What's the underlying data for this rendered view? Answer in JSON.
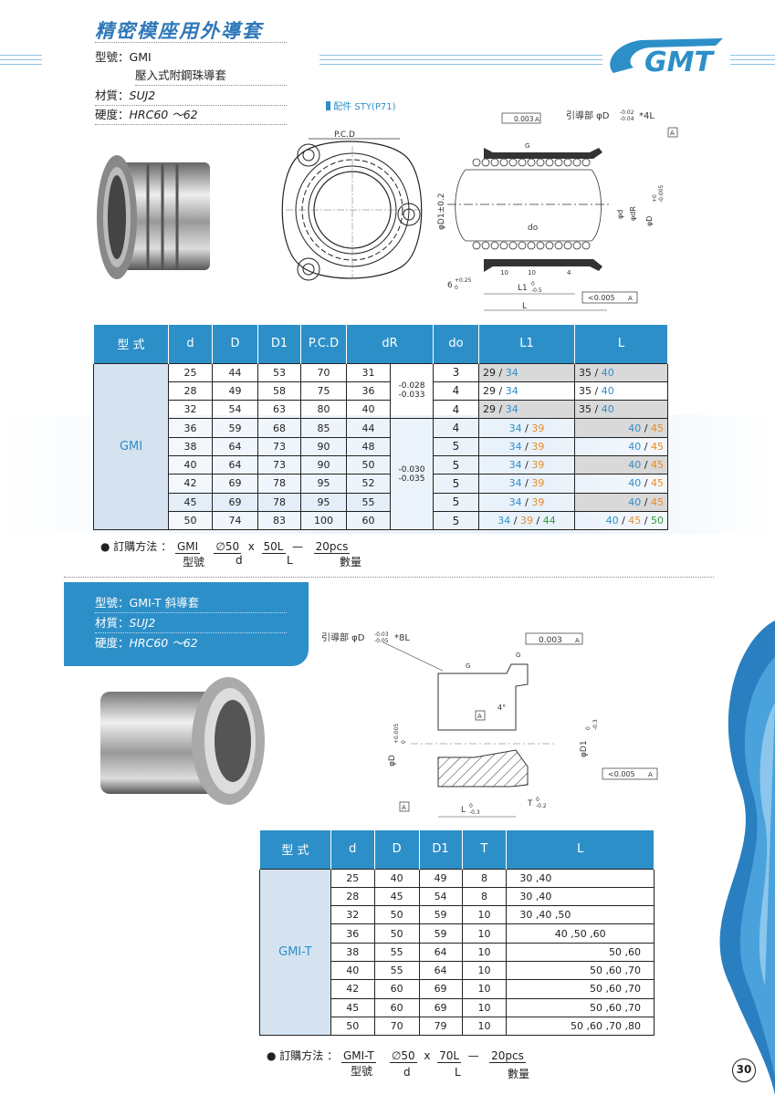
{
  "section1": {
    "title": "精密模座用外導套",
    "model_label": "型號：",
    "model_value": "GMI",
    "model_desc": "壓入式附鋼珠導套",
    "material_label": "材質：",
    "material_value": "SUJ2",
    "hardness_label": "硬度：",
    "hardness_value": "HRC60 ～62"
  },
  "logo": {
    "text": "GMT",
    "color": "#2d8fc8"
  },
  "drawing1": {
    "accessory": "配件 STY(P71)",
    "pcd": "P.C.D",
    "lead_in": "引導部 φD",
    "lead_in_tol_upper": "-0.02",
    "lead_in_tol_lower": "-0.04",
    "lead_in_len": "*4L",
    "flatness": "0.003",
    "datum": "A",
    "d1": "φD1±0.2",
    "d": "φd",
    "dr": "φdR",
    "dd": "φD",
    "dd_tol_upper": "+0",
    "dd_tol_lower": "-0.005",
    "do": "do",
    "g": "G",
    "dim10a": "10",
    "dim10b": "10",
    "dim4": "4",
    "six": "6",
    "six_tol_upper": "+0.25",
    "six_tol_lower": "0",
    "l1": "L1",
    "l1_tol_upper": "0",
    "l1_tol_lower": "-0.5",
    "l": "L",
    "concentric": "<0.005"
  },
  "table1": {
    "headers": [
      "型 式",
      "d",
      "D",
      "D1",
      "P.C.D",
      "dR",
      "do",
      "L1",
      "L"
    ],
    "model": "GMI",
    "tol_a": [
      "-0.028",
      "-0.033"
    ],
    "tol_b": [
      "-0.030",
      "-0.035"
    ],
    "rows": [
      {
        "d": "25",
        "D": "44",
        "D1": "53",
        "pcd": "70",
        "dr": "31",
        "do": "3",
        "l1": [
          "29 / ",
          "34",
          ""
        ],
        "l": [
          "35 / ",
          "40",
          ""
        ]
      },
      {
        "d": "28",
        "D": "49",
        "D1": "58",
        "pcd": "75",
        "dr": "36",
        "do": "4",
        "l1": [
          "29 / ",
          "34",
          ""
        ],
        "l": [
          "35 / ",
          "40",
          ""
        ]
      },
      {
        "d": "32",
        "D": "54",
        "D1": "63",
        "pcd": "80",
        "dr": "40",
        "do": "4",
        "l1": [
          "29 / ",
          "34",
          ""
        ],
        "l": [
          "35 / ",
          "40",
          ""
        ]
      },
      {
        "d": "36",
        "D": "59",
        "D1": "68",
        "pcd": "85",
        "dr": "44",
        "do": "4",
        "l1": [
          "34",
          " / ",
          "39"
        ],
        "l": [
          "40",
          " / ",
          "45"
        ]
      },
      {
        "d": "38",
        "D": "64",
        "D1": "73",
        "pcd": "90",
        "dr": "48",
        "do": "5",
        "l1": [
          "34",
          " / ",
          "39"
        ],
        "l": [
          "40",
          " / ",
          "45"
        ]
      },
      {
        "d": "40",
        "D": "64",
        "D1": "73",
        "pcd": "90",
        "dr": "50",
        "do": "5",
        "l1": [
          "34",
          " / ",
          "39"
        ],
        "l": [
          "40",
          " / ",
          "45"
        ]
      },
      {
        "d": "42",
        "D": "69",
        "D1": "78",
        "pcd": "95",
        "dr": "52",
        "do": "5",
        "l1": [
          "34",
          " / ",
          "39"
        ],
        "l": [
          "40",
          " / ",
          "45"
        ]
      },
      {
        "d": "45",
        "D": "69",
        "D1": "78",
        "pcd": "95",
        "dr": "55",
        "do": "5",
        "l1": [
          "34",
          " / ",
          "39"
        ],
        "l": [
          "40",
          " / ",
          "45"
        ]
      },
      {
        "d": "50",
        "D": "74",
        "D1": "83",
        "pcd": "100",
        "dr": "60",
        "do": "5",
        "l1": [
          "34",
          " / ",
          "39",
          " / ",
          "44"
        ],
        "l": [
          "40",
          " / ",
          "45",
          " / ",
          "50"
        ]
      }
    ]
  },
  "order1": {
    "label": "● 訂購方法 ：",
    "model": "GMI",
    "model_sub": "型號",
    "d": "∅50",
    "d_sub": "d",
    "x": "x",
    "l": "50L",
    "l_sub": "L",
    "dash": "—",
    "qty": "20pcs",
    "qty_sub": "數量"
  },
  "section2": {
    "model_label": "型號：",
    "model_value": "GMI-T 斜導套",
    "material_label": "材質：",
    "material_value": "SUJ2",
    "hardness_label": "硬度：",
    "hardness_value": "HRC60 ～62"
  },
  "drawing2": {
    "lead_in": "引導部 φD",
    "lead_in_tol_upper": "-0.03",
    "lead_in_tol_lower": "-0.05",
    "lead_in_len": "*8L",
    "flatness": "0.003",
    "datum": "A",
    "g": "G",
    "angle": "4°",
    "dd": "φD",
    "dd_tol_upper": "+0.005",
    "dd_tol_lower": "0",
    "d1": "φD1",
    "d1_tol_upper": "0",
    "d1_tol_lower": "-0.3",
    "concentric": "<0.005",
    "l": "L",
    "l_tol_upper": "0",
    "l_tol_lower": "-0.3",
    "t": "T",
    "t_tol_upper": "0",
    "t_tol_lower": "-0.2"
  },
  "table2": {
    "headers": [
      "型 式",
      "d",
      "D",
      "D1",
      "T",
      "L"
    ],
    "model": "GMI-T",
    "rows": [
      {
        "d": "25",
        "D": "40",
        "D1": "49",
        "T": "8",
        "L": "30 ,40",
        "align": "left"
      },
      {
        "d": "28",
        "D": "45",
        "D1": "54",
        "T": "8",
        "L": "30 ,40",
        "align": "left"
      },
      {
        "d": "32",
        "D": "50",
        "D1": "59",
        "T": "10",
        "L": "30 ,40 ,50",
        "align": "left"
      },
      {
        "d": "36",
        "D": "50",
        "D1": "59",
        "T": "10",
        "L": "40 ,50 ,60",
        "align": "center"
      },
      {
        "d": "38",
        "D": "55",
        "D1": "64",
        "T": "10",
        "L": "50 ,60",
        "align": "right"
      },
      {
        "d": "40",
        "D": "55",
        "D1": "64",
        "T": "10",
        "L": "50 ,60 ,70",
        "align": "right"
      },
      {
        "d": "42",
        "D": "60",
        "D1": "69",
        "T": "10",
        "L": "50 ,60 ,70",
        "align": "right"
      },
      {
        "d": "45",
        "D": "60",
        "D1": "69",
        "T": "10",
        "L": "50 ,60 ,70",
        "align": "right"
      },
      {
        "d": "50",
        "D": "70",
        "D1": "79",
        "T": "10",
        "L": "50 ,60 ,70 ,80",
        "align": "right"
      }
    ]
  },
  "order2": {
    "label": "● 訂購方法 ：",
    "model": "GMI-T",
    "model_sub": "型號",
    "d": "∅50",
    "d_sub": "d",
    "x": "x",
    "l": "70L",
    "l_sub": "L",
    "dash": "—",
    "qty": "20pcs",
    "qty_sub": "數量"
  },
  "page_number": "30"
}
